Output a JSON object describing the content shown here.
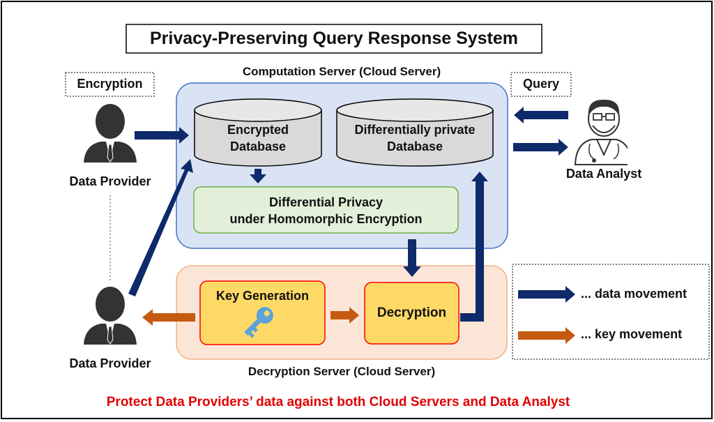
{
  "title": "Privacy-Preserving Query Response System",
  "labels": {
    "encryption": "Encryption",
    "query": "Query",
    "computation_server": "Computation Server (Cloud Server)",
    "decryption_server": "Decryption Server (Cloud Server)",
    "data_provider_top": "Data Provider",
    "data_provider_bottom": "Data Provider",
    "data_analyst": "Data Analyst"
  },
  "nodes": {
    "encrypted_db": [
      "Encrypted",
      "Database"
    ],
    "dp_db": [
      "Differentially private",
      "Database"
    ],
    "dp_he": [
      "Differential Privacy",
      "under Homomorphic Encryption"
    ],
    "key_generation": "Key Generation",
    "decryption": "Decryption"
  },
  "legend": {
    "data_movement": "... data movement",
    "key_movement": "... key movement"
  },
  "footer": "Protect Data Providers’ data against both Cloud Servers and Data Analyst",
  "colors": {
    "data_arrow": "#0e2a6b",
    "key_arrow": "#c55a11",
    "computation_fill": "#dae3f3",
    "computation_border": "#4472c4",
    "decryption_fill": "#fbe5d6",
    "decryption_border": "#f4b183",
    "dp_he_fill": "#e2f0d9",
    "dp_he_border": "#70ad47",
    "node_fill": "#ffd966",
    "node_border": "#ff0000",
    "db_fill": "#d9d9d9",
    "footer_text": "#e00000",
    "key_icon": "#5ba3d9"
  },
  "icons": [
    "person-icon",
    "doctor-icon",
    "key-icon",
    "database-icon"
  ]
}
